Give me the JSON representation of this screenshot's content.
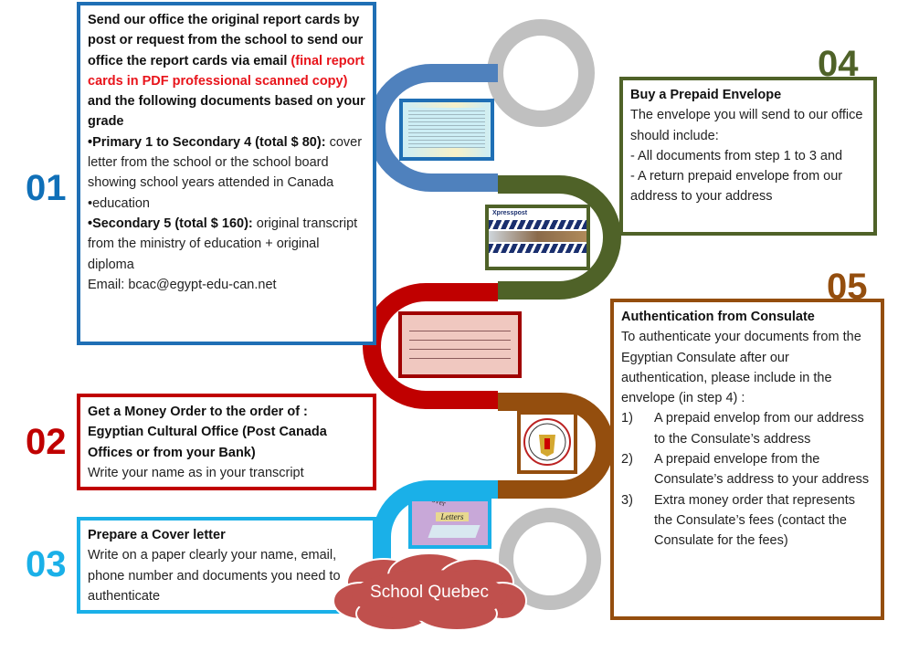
{
  "steps": {
    "s01": {
      "number": "01",
      "intro": "Send our office the original report cards by post or request from the school to send our office the report cards via email",
      "highlight": "(final report cards in PDF professional scanned copy)",
      "intro_end": "and the following documents based on your grade",
      "bullet1_title": "•Primary 1 to Secondary 4 (total $ 80):",
      "bullet1_text": "cover letter from the school or the school board showing school years attended in Canada",
      "bullet2": "•education",
      "bullet3_title": "•Secondary 5 (total $ 160):",
      "bullet3_text": "original transcript from the ministry of education + original diploma",
      "email": "Email: bcac@egypt-edu-can.net"
    },
    "s02": {
      "number": "02",
      "title": "Get a Money Order to the order of : Egyptian Cultural Office (Post Canada Offices or from your Bank)",
      "text": "Write your name as in your transcript"
    },
    "s03": {
      "number": "03",
      "title": "Prepare a Cover letter",
      "text": "Write on a paper clearly your name, email, phone number and documents you need to authenticate"
    },
    "s04": {
      "number": "04",
      "title": "Buy a Prepaid Envelope",
      "text": "The envelope you will send to our office should include:",
      "item1": " - All documents from  step 1 to 3 and",
      "item2": "- A return prepaid envelope from our address to your address"
    },
    "s05": {
      "number": "05",
      "title": "Authentication from Consulate",
      "text": "To authenticate your documents from the Egyptian Consulate after our authentication, please include in the envelope (in step 4) :",
      "items": [
        {
          "n": "1)",
          "t": "A prepaid envelop from our address to the Consulate’s address"
        },
        {
          "n": "2)",
          "t": " A prepaid envelope from the Consulate’s address to your address"
        },
        {
          "n": "3)",
          "t": "Extra money order that represents the Consulate’s fees (contact the Consulate for the fees)"
        }
      ]
    }
  },
  "images": {
    "xpresspost": "Xpresspost",
    "cover": "Cover",
    "letters": "Letters"
  },
  "cloud_label": "School Quebec",
  "colors": {
    "blue": "#1f6fb5",
    "red": "#c00000",
    "cyan": "#1ab0e8",
    "olive": "#4f6228",
    "brown": "#944e0e",
    "gray": "#c0c0c0",
    "cloud": "#c0504d"
  }
}
